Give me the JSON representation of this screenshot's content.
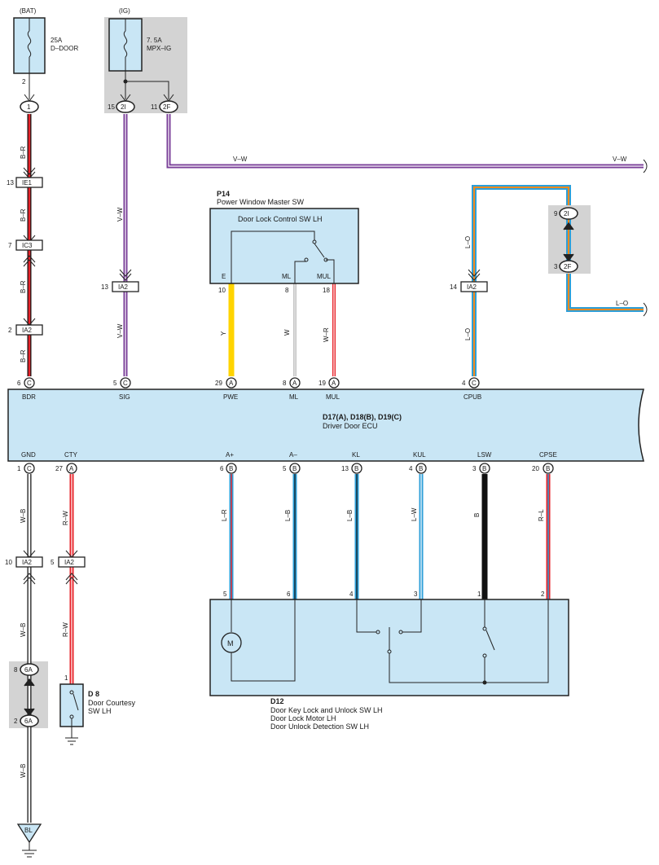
{
  "colors": {
    "box_fill": "#c9e6f5",
    "gray_fill": "#d3d3d3",
    "red": "#e8232a",
    "purple": "#7a3f98",
    "yellow": "#ffd400",
    "blue": "#2e9fd8",
    "orange": "#f28a1c",
    "black": "#111111",
    "white": "#ffffff"
  },
  "power": {
    "bat_label": "(BAT)",
    "bat_fuse_amp": "25A",
    "bat_fuse_name": "D–DOOR",
    "bat_pin": "2",
    "ig_label": "(IG)",
    "ig_fuse_amp": "7. 5A",
    "ig_fuse_name": "MPX–IG"
  },
  "connectors": {
    "c1_label": "1",
    "ie1_pin": "13",
    "ie1_label": "IE1",
    "ic3_pin": "7",
    "ic3_label": "IC3",
    "ia2_bdr_pin": "2",
    "ia2_bdr_label": "IA2",
    "ia2_sig_pin": "13",
    "ia2_sig_label": "IA2",
    "j2i_pin": "15",
    "j2i_label": "2I",
    "j2f_pin": "11",
    "j2f_label": "2F",
    "r2i_pin": "9",
    "r2i_label": "2I",
    "r2f_pin": "3",
    "r2f_label": "2F",
    "ia2_cpub_pin": "14",
    "ia2_cpub_label": "IA2",
    "ia2_gnd_pin": "10",
    "ia2_gnd_label": "IA2",
    "ia2_cty_pin": "5",
    "ia2_cty_label": "IA2",
    "j6a_top_pin": "8",
    "j6a_top_label": "6A",
    "j6a_bot_pin": "2",
    "j6a_bot_label": "6A"
  },
  "wires": {
    "b_r": "B–R",
    "v_w": "V–W",
    "l_o": "L–O",
    "y": "Y",
    "w": "W",
    "w_r": "W–R",
    "w_b": "W–B",
    "r_w": "R–W",
    "l_r": "L–R",
    "l_b": "L–B",
    "l_w": "L–W",
    "b": "B",
    "r_l": "R–L"
  },
  "p14": {
    "id": "P14",
    "name": "Power Window Master SW",
    "inner_label": "Door Lock Control SW LH",
    "pin_e": "E",
    "pin_ml": "ML",
    "pin_mul": "MUL",
    "num_e": "10",
    "num_ml": "8",
    "num_mul": "18"
  },
  "ecu": {
    "id": "D17(A), D18(B), D19(C)",
    "name": "Driver Door ECU",
    "top_pins": [
      {
        "num": "6",
        "code": "C",
        "name": "BDR"
      },
      {
        "num": "5",
        "code": "C",
        "name": "SIG"
      },
      {
        "num": "29",
        "code": "A",
        "name": "PWE"
      },
      {
        "num": "8",
        "code": "A",
        "name": "ML"
      },
      {
        "num": "19",
        "code": "A",
        "name": "MUL"
      },
      {
        "num": "4",
        "code": "C",
        "name": "CPUB"
      }
    ],
    "bottom_pins": [
      {
        "num": "1",
        "code": "C",
        "name": "GND"
      },
      {
        "num": "27",
        "code": "A",
        "name": "CTY"
      },
      {
        "num": "6",
        "code": "B",
        "name": "A+"
      },
      {
        "num": "5",
        "code": "B",
        "name": "A–"
      },
      {
        "num": "13",
        "code": "B",
        "name": "KL"
      },
      {
        "num": "4",
        "code": "B",
        "name": "KUL"
      },
      {
        "num": "3",
        "code": "B",
        "name": "LSW"
      },
      {
        "num": "20",
        "code": "B",
        "name": "CPSE"
      }
    ]
  },
  "d12": {
    "id": "D12",
    "line1": "Door Key Lock and Unlock SW LH",
    "line2": "Door Lock Motor LH",
    "line3": "Door Unlock Detection SW LH",
    "pins": [
      "5",
      "6",
      "4",
      "3",
      "1",
      "2"
    ],
    "motor": "M"
  },
  "d8": {
    "id": "D 8",
    "line1": "Door Courtesy",
    "line2": "SW LH",
    "pin": "1"
  },
  "ground": {
    "label": "BL"
  }
}
